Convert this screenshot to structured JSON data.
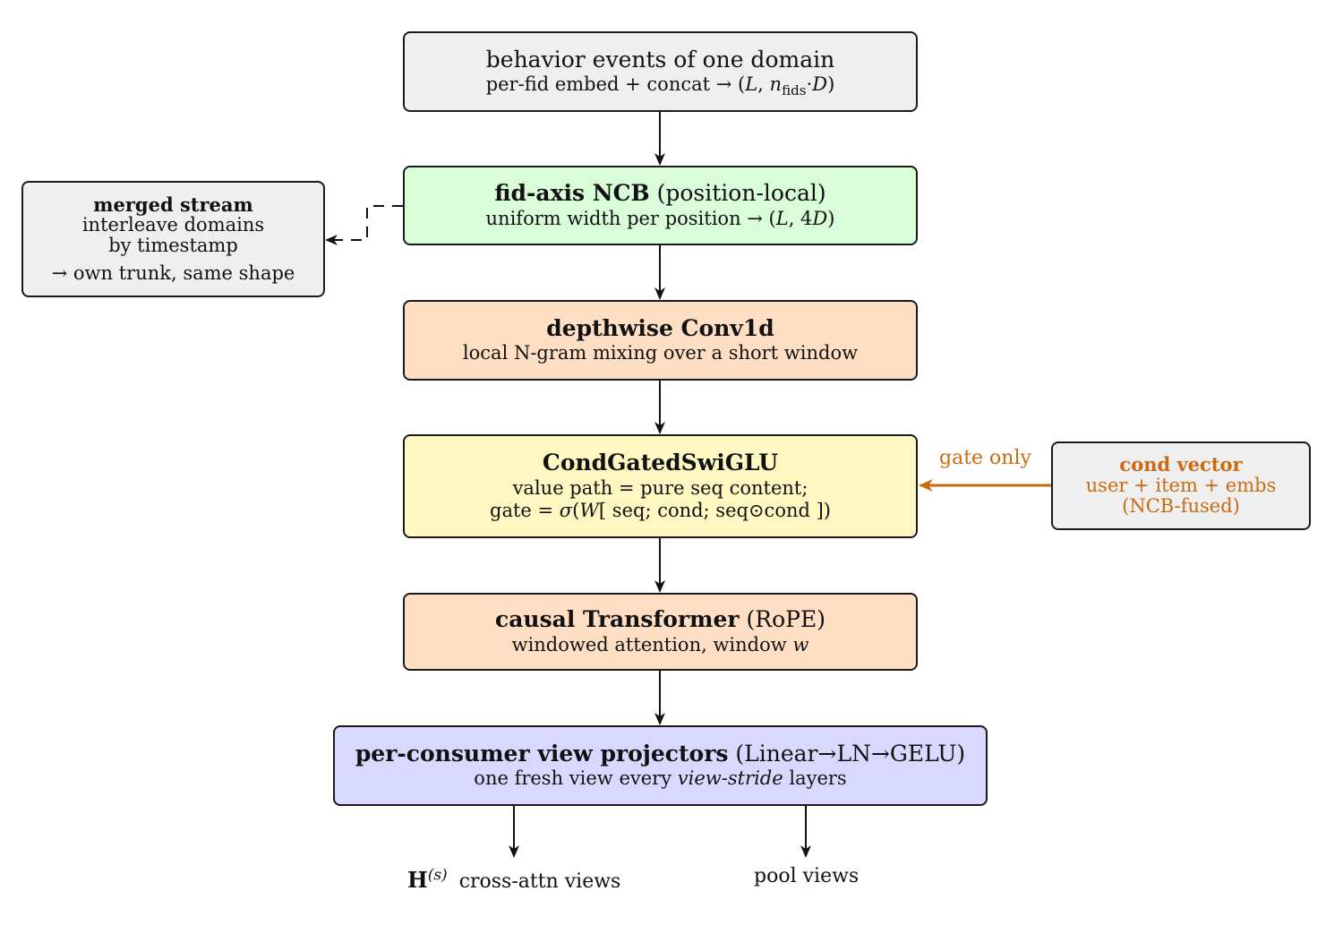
{
  "boxes": {
    "events": {
      "line1": "behavior events of one domain",
      "line2_pre": "per-fid embed + concat → (",
      "line2_L": "L",
      "line2_comma": ", ",
      "line2_n": "n",
      "line2_sub": "fids",
      "line2_dot": "·",
      "line2_D": "D",
      "line2_post": ")"
    },
    "ncb": {
      "title_bold": "fid-axis NCB",
      "title_rest": " (position-local)",
      "line2_pre": "uniform width per position → (",
      "line2_L": "L",
      "line2_mid": ", 4",
      "line2_D": "D",
      "line2_post": ")"
    },
    "merged": {
      "title": "merged stream",
      "line2": "interleave domains",
      "line3": "by timestamp",
      "line4": "→ own trunk, same shape"
    },
    "conv": {
      "title": "depthwise Conv1d",
      "line2": "local N-gram mixing over a short window"
    },
    "swiglu": {
      "title": "CondGatedSwiGLU",
      "line2": "value path = pure seq content;",
      "line3_pre": "gate = ",
      "line3_sigma": "σ",
      "line3_open": "(",
      "line3_W": "W",
      "line3_rest": "[ seq; cond; seq⊙cond ])"
    },
    "cond": {
      "title": "cond vector",
      "line2": "user + item + embs",
      "line3": "(NCB-fused)"
    },
    "transformer": {
      "title_bold": "causal Transformer",
      "title_rest": " (RoPE)",
      "line2_pre": "windowed attention, window ",
      "line2_w": "w"
    },
    "projectors": {
      "title_bold": "per-consumer view projectors",
      "title_rest": " (Linear→LN→GELU)",
      "line2_pre": "one fresh view every ",
      "line2_em": "view-stride",
      "line2_post": " layers"
    }
  },
  "edge_labels": {
    "gate_only": "gate only"
  },
  "outputs": {
    "H": "H",
    "H_sup": "(s)",
    "cross_attn": "cross-attn views",
    "pool": "pool views"
  },
  "colors": {
    "gray": "#efefef",
    "green": "#d9fcd9",
    "peach": "#ffdfc4",
    "yellow": "#fff8c2",
    "violet": "#d9d9ff",
    "orange": "#cc6a12"
  }
}
